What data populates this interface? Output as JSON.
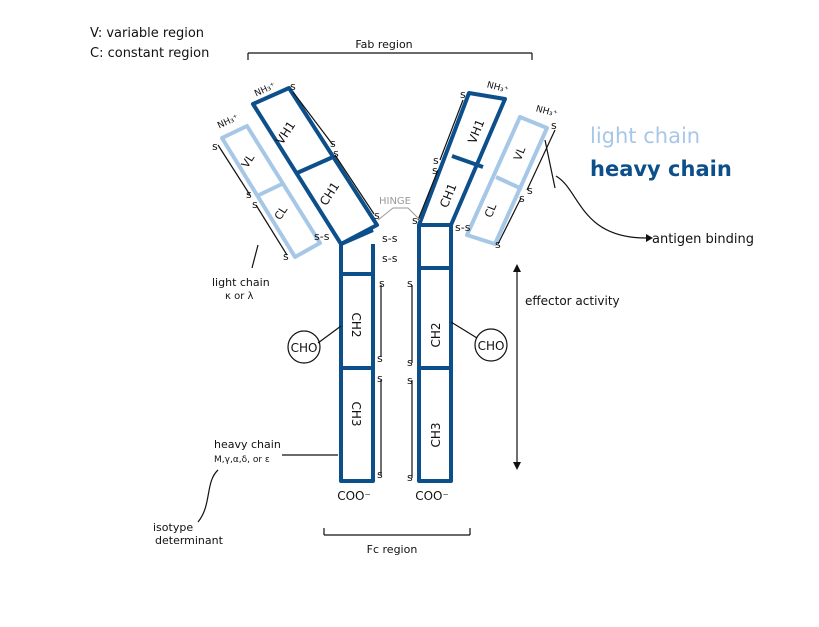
{
  "legend": {
    "variable": "V: variable region",
    "constant": "C: constant region"
  },
  "colors": {
    "heavy": "#0d4f8b",
    "light": "#a7c7e7",
    "ink": "#111111",
    "hinge": "#9a9a9a"
  },
  "key": {
    "light_chain": "light chain",
    "heavy_chain": "heavy chain"
  },
  "labels": {
    "fab_region": "Fab region",
    "fc_region": "Fc region",
    "hinge": "HINGE",
    "antigen_binding": "antigen binding",
    "effector_activity": "effector activity",
    "light_chain_note": "light chain",
    "light_chain_types": "κ or λ",
    "heavy_chain_note": "heavy chain",
    "heavy_chain_types": "M,γ,α,δ, or ε",
    "isotype_1": "isotype",
    "isotype_2": "determinant",
    "cho": "CHO",
    "coo": "COO⁻",
    "nh3": "NH₃⁺",
    "s": "s",
    "ss_bond": "s-s"
  },
  "domains": {
    "vh1": "VH1",
    "ch1": "CH1",
    "vl": "VL",
    "cl": "CL",
    "ch2": "CH2",
    "ch3": "CH3"
  }
}
